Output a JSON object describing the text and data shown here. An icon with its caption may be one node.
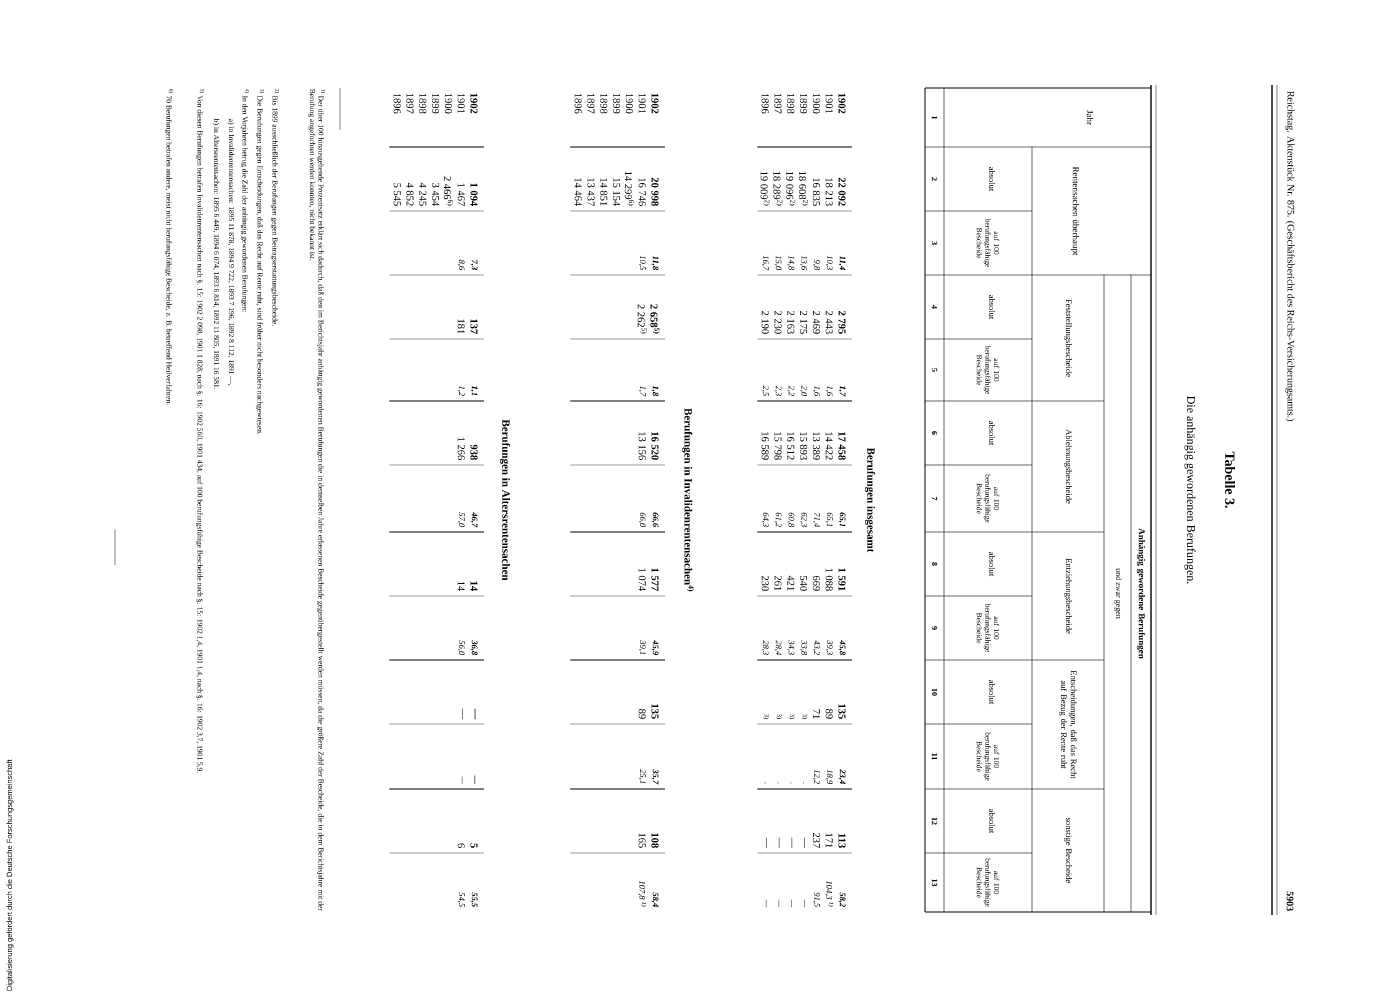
{
  "diagram": {
    "title": "Tabelle 3.",
    "labels": [
      "Reichstag. Aktenstück Nr. 875. (Geschäftsbericht des Reichs-Versicherungsamts.)",
      "5903",
      "Die anhängig gewordenen Berufungen.",
      "Jahr",
      "Rentensachen überhaupt",
      "Anhängig gewordene Berufungen",
      "und zwar gegen",
      "Feststellungsbescheide",
      "Ablehnungsbescheide",
      "Entziehungsbescheide",
      "Entscheidungen, daß das Recht auf Bezug der Rente ruht",
      "sonstige Bescheide",
      "absolut",
      "auf 100 berufungsfähige Bescheide",
      "absolut",
      "auf 100 berufungsfähige Bescheide",
      "absolut",
      "auf 100 berufungsfähige Bescheide",
      "absolut",
      "auf 100 berufungsfähige Bescheide",
      "absolut",
      "auf 100 berufungsfähige Bescheide",
      "absolut",
      "auf 100 berufungsfähige Bescheide",
      "1",
      "2",
      "3",
      "4",
      "5",
      "6",
      "7",
      "8",
      "9",
      "10",
      "11",
      "12",
      "13",
      "Berufungen insgesamt",
      "1902",
      "22 092",
      "11,4",
      "2 795",
      "1,7",
      "17 458",
      "65,1",
      "1 591",
      "45,8",
      "135",
      "23,4",
      "113",
      "58,2",
      "1901",
      "18 213",
      "10,3",
      "2 443",
      "1,6",
      "14 422",
      "65,1",
      "1 088",
      "39,3",
      "89",
      "18,9",
      "171",
      "104,3 $^{1)}$",
      "1900",
      "16 835",
      "9,8",
      "2 469",
      "1,6",
      "13 389",
      "71,4",
      "669",
      "43,2",
      "71",
      "12,2",
      "237",
      "91,5",
      "1899",
      "18 608$^{2)}$",
      "13,6",
      "2 175",
      "2,0",
      "15 893",
      "62,3",
      "540",
      "33,8",
      "3)",
      ".",
      "—",
      "—",
      "1898",
      "19 096$^{2)}$",
      "14,8",
      "2 163",
      "2,2",
      "16 512",
      "60,8",
      "421",
      "34,3",
      "3)",
      ".",
      "—",
      "—",
      "1897",
      "18 289$^{2)}$",
      "15,0",
      "2 230",
      "2,3",
      "15 798",
      "61,2",
      "261",
      "28,4",
      "3)",
      ".",
      "—",
      "—",
      "1896",
      "19 009$^{2)}$",
      "16,7",
      "2 190",
      "2,5",
      "16 589",
      "64,3",
      "230",
      "28,3",
      "3)",
      ".",
      "—",
      "—",
      "Berufungen in Invalidenrentensachen$^{4)}$",
      "1902",
      "20 998",
      "11,8",
      "2 658$^{5)}$",
      "1,8",
      "16 520",
      "66,6",
      "1 577",
      "45,9",
      "135",
      "35,7",
      "108",
      "58,4",
      "1901",
      "16 746",
      "10,5",
      "2 262$^{5)}$",
      "1,7",
      "13 156",
      "66,0",
      "1 074",
      "39,1",
      "89",
      "25,1",
      "165",
      "107,8 $^{1)}$",
      "1900",
      "14 299$^{6)}$",
      "1899",
      "15 154",
      "1898",
      "14 851",
      "1897",
      "13 437",
      "1896",
      "14 464",
      "Berufungen in Altersrentensachen",
      "1902",
      "1 094",
      "7,3",
      "137",
      "1,1",
      "938",
      "46,7",
      "14",
      "36,8",
      "—",
      "—",
      "5",
      "55,5",
      "1901",
      "1 467",
      "8,6",
      "181",
      "1,2",
      "1 266",
      "57,0",
      "14",
      "56,0",
      "—",
      "—",
      "6",
      "54,5",
      "1900",
      "2 466$^{6)}$",
      "1899",
      "3 454",
      "1898",
      "4 245",
      "1897",
      "4 852",
      "1896",
      "5 545",
      "$^{1)}$ Der über 100 hinausgehende Prozentsatz erklärt sich dadurch, daß den im Berichtsjahr anhängig gewordenen Berufungen die in demselben Jahre erlassenen Bescheide gegenübergestellt werden müssen, da die größere Zahl der Bescheide, die in dem Berichtsjahre mit der Berufung angefochten werden konnten, nicht bekannt ist.",
      "$^{2)}$ Bis 1899 ausschließlich der Berufungen gegen Beitragserstattungsbescheide.",
      "$^{3)}$ Die Berufungen gegen Entscheidungen, daß das Recht auf Rente ruht, sind früher nicht besonders nachgewiesen.",
      "$^{4)}$ In den Vorjahren betrug die Zahl der anhängig gewordenen Berufungen:",
      "a) in Invalidenrentensachen: 1895 11 878, 1894 9 722, 1893 7 196, 1892 8 112, 1891 —,",
      "b) in Altersrentensachen: 1895 6 449, 1894 6 074, 1893 6 814, 1892 11 805, 1891 16 581.",
      "$^{5)}$ Von diesen Berufungen betrafen Invalidenrentensachen nach §. 15: 1902 2 098, 1901 1 828, nach §. 16: 1902 560, 1901 434, auf 100 berufungsfähige Bescheide nach §. 15: 1902 1,4, 1901 1,4, nach §. 16: 1902 3,7, 1901 5,9.",
      "$^{6)}$ 70 Berufungen betrafen andere, meist nicht berufungsfähige Bescheide, z. B. betreffend Heilverfahren.",
      "Digitalisierung gefördert durch die Deutsche Forschungsgemeinschaft"
    ]
  }
}
